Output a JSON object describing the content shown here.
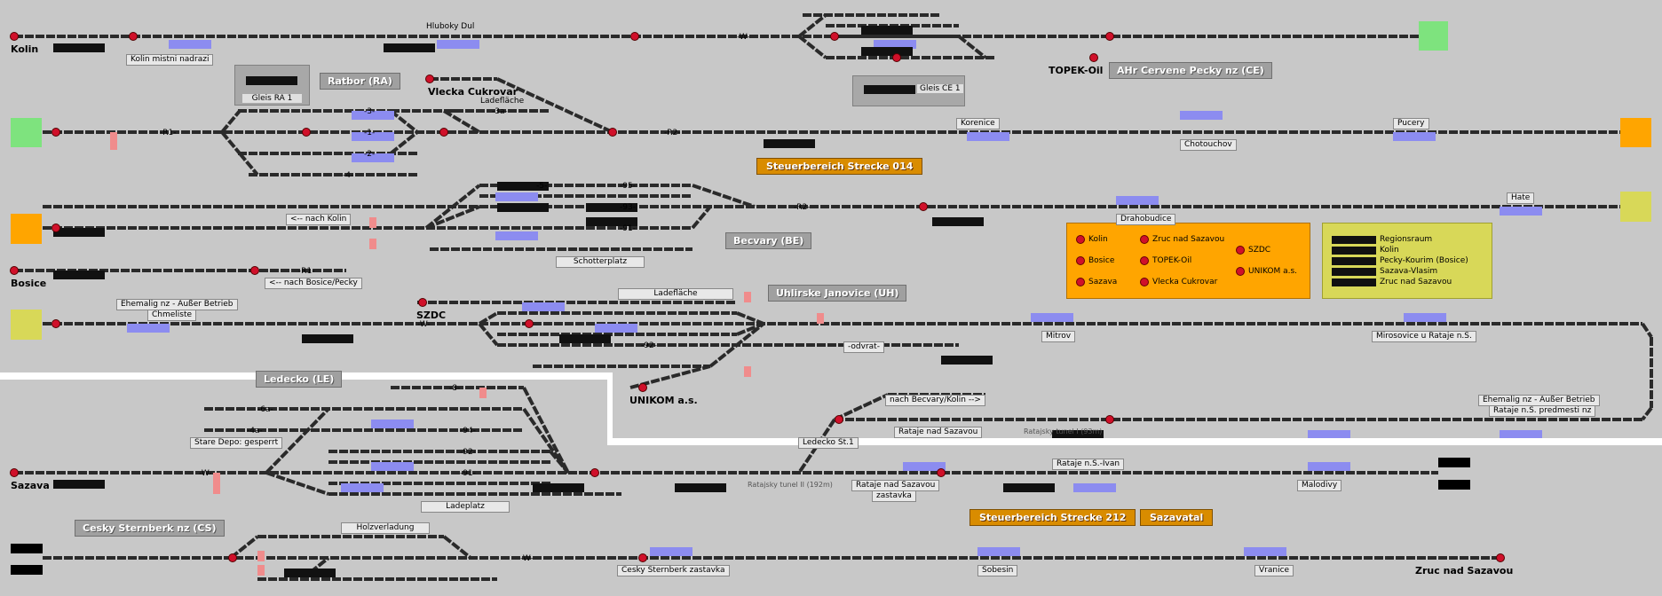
{
  "stations": {
    "kolin": "Kolin",
    "bosice": "Bosice",
    "sazava": "Sazava",
    "szdc": "SZDC",
    "topek": "TOPEK-Oil",
    "vlecka": "Vlecka Cukrovar",
    "unikom": "UNIKOM a.s.",
    "zruc": "Zruc nad Sazavou"
  },
  "areas": {
    "ratbor": "Ratbor (RA)",
    "becvary": "Becvary (BE)",
    "uhlirske": "Uhlirske Janovice (UH)",
    "ledecko": "Ledecko (LE)",
    "sternberk": "Cesky Sternberk nz (CS)",
    "ahr": "AHr Cervene Pecky nz (CE)"
  },
  "strecke": {
    "s014": "Steuerbereich Strecke 014",
    "s212": "Steuerbereich Strecke 212",
    "sazavatal": "Sazavatal"
  },
  "gleis": {
    "ra1": "Gleis RA 1",
    "ce1": "Gleis CE 1"
  },
  "labels": {
    "hluboky": "Hluboky Dul",
    "kolin_mistni": "Kolin mistni nadrazi",
    "ladeflache1": "Ladefläche",
    "ladeflache2": "Ladefläche",
    "korenice": "Korenice",
    "chotouchov": "Chotouchov",
    "pucery": "Pucery",
    "hate": "Hate",
    "drahobudice": "Drahobudice",
    "nach_kolin": "<-- nach Kolin",
    "nach_bosice": "<-- nach Bosice/Pecky",
    "schotterplatz": "Schotterplatz",
    "ehemalig1": "Ehemalig nz - Außer Betrieb",
    "chmeliste": "Chmeliste",
    "mitrov": "Mitrov",
    "mirosovice": "Mirosovice u Rataje n.S.",
    "odvrat": "-odvrat-",
    "nach_becvary": "nach Becvary/Kolin -->",
    "rataje": "Rataje nad Sazavou",
    "ratajsky1": "Ratajsky tunel I (93m)",
    "ehemalig2": "Ehemalig nz - Außer Betrieb",
    "rataje_predmesti": "Rataje n.S. predmesti nz",
    "ledecko_st": "Ledecko St.1",
    "stare_depo": "Stare Depo: gesperrt",
    "ratajsky2": "Ratajsky tunel II (192m)",
    "rataje_zastavka": "Rataje nad Sazavou",
    "zastavka": "zastavka",
    "rataje_ivan": "Rataje n.S.-Ivan",
    "malodivy": "Malodivy",
    "ladeplatz": "Ladeplatz",
    "holzverladung": "Holzverladung",
    "sternberk_zast": "Cesky Sternberk zastavka",
    "sobesin": "Sobesin",
    "vranice": "Vranice"
  },
  "track_marks": {
    "r1a": "-R1-",
    "r1b": "-R1-",
    "r2a": "-R2-",
    "r2b": "-R2-",
    "w1": "-W-",
    "w2": "-W-",
    "w3": "-W-",
    "w4": "-W-",
    "t1": "-1-",
    "t2": "-2-",
    "t3": "-3-",
    "t4": "-4-",
    "t3a": "-3a-",
    "t5": "-5-",
    "t95": "-95-",
    "t93": "-93-",
    "t91": "-91-",
    "t92": "-92-",
    "t8": "-8-",
    "t6a": "-6a-",
    "t4a": "-4a-",
    "t94": "-94-",
    "t92b": "-92-",
    "t91b": "-91-"
  },
  "legend_orange": [
    "Kolin",
    "Zruc nad Sazavou",
    "SZDC",
    "Bosice",
    "TOPEK-Oil",
    "UNIKOM a.s.",
    "Sazava",
    "Vlecka Cukrovar"
  ],
  "legend_yellow": [
    "Regionsraum",
    "Kolin",
    "Pecky-Kourim (Bosice)",
    "Sazava-Vlasim",
    "Zruc nad Sazavou"
  ],
  "colors": {
    "background": "#c8c8c8",
    "track": "#2a2a2a",
    "signal": "#d0102a",
    "block_blue": "#8c8cf0",
    "block_pink": "#f08c8c",
    "end_green": "#7ee37e",
    "end_orange": "#ffa500",
    "end_yellow": "#d8d858"
  }
}
